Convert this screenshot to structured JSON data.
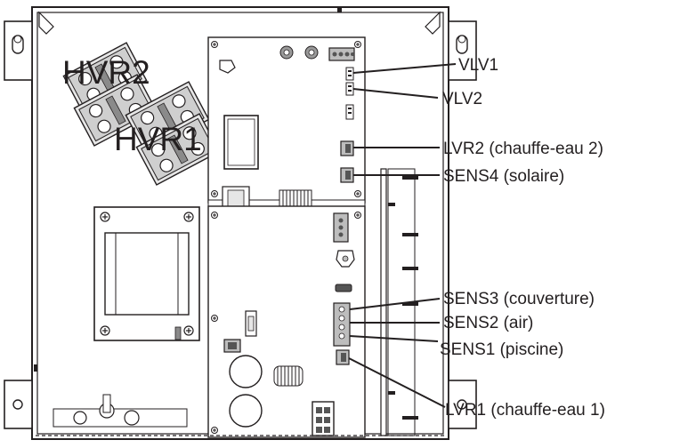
{
  "diagram": {
    "big_labels": {
      "hvr2": "HVR2",
      "hvr1": "HVR1"
    },
    "callouts": {
      "vlv1": "VLV1",
      "vlv2": "VLV2",
      "lvr2": "LVR2 (chauffe-eau 2)",
      "sens4": "SENS4 (solaire)",
      "sens3": "SENS3 (couverture)",
      "sens2": "SENS2 (air)",
      "sens1": "SENS1 (piscine)",
      "lvr1": "LVR1 (chauffe-eau 1)"
    },
    "colors": {
      "line": "#231f20",
      "fill_light": "#e6e6e6",
      "fill_mid": "#bdbdbd",
      "fill_dark": "#555555",
      "background": "#ffffff"
    }
  }
}
